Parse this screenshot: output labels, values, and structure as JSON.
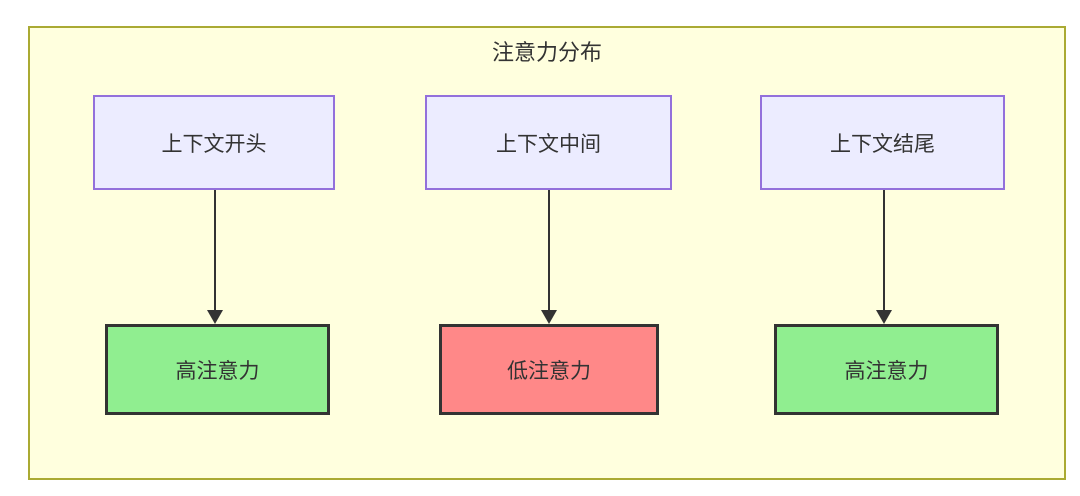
{
  "diagram": {
    "title": "注意力分布",
    "columns": [
      {
        "source": "上下文开头",
        "result": "高注意力",
        "result_type": "high"
      },
      {
        "source": "上下文中间",
        "result": "低注意力",
        "result_type": "low"
      },
      {
        "source": "上下文结尾",
        "result": "高注意力",
        "result_type": "high"
      }
    ],
    "colors": {
      "container_fill": "#ffffde",
      "container_border": "#aaaa33",
      "source_fill": "#ececff",
      "source_border": "#9370db",
      "high_attention_fill": "#90ee90",
      "low_attention_fill": "#ff8888",
      "result_border": "#333333",
      "arrow": "#333333",
      "text": "#333333"
    }
  }
}
